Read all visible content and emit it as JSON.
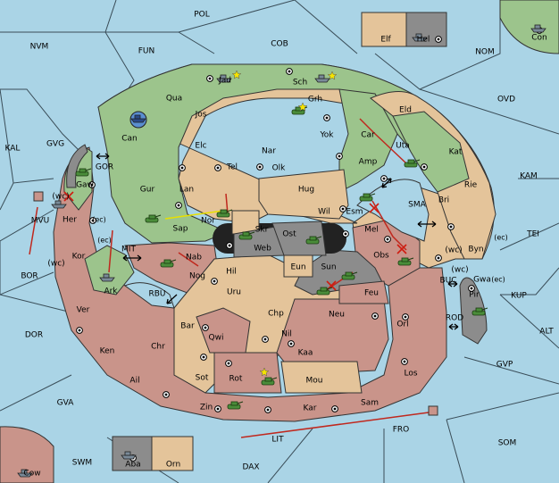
{
  "colors": {
    "sea": "#aad4e6",
    "green": "#9cc48c",
    "tan": "#e4c49a",
    "red": "#c9948a",
    "gray": "#8c8c8c",
    "dark": "#222222",
    "order_red": "#c0281e",
    "support_yellow": "#e8e000"
  },
  "seas": [
    "POL",
    "NVM",
    "FUN",
    "COB",
    "NOM",
    "KAL",
    "GVG",
    "OVD",
    "KAM",
    "TEI",
    "BOR",
    "DOR",
    "ALT",
    "GVP",
    "KUP",
    "GVA",
    "SOM",
    "SWM",
    "DAX",
    "LIT",
    "FRO",
    "SMA",
    "MIT",
    "RBU",
    "BUC",
    "ROD",
    "GOR",
    "MVU"
  ],
  "green_regions": [
    "Jad",
    "Sch",
    "Grh",
    "Jos",
    "Can",
    "Qua",
    "Elc",
    "Nar",
    "Tel",
    "Lan",
    "Gur",
    "Olk",
    "Sap",
    "Nor",
    "Yok",
    "Car",
    "Uta",
    "Kat",
    "Amp",
    "Esm",
    "Ark",
    "Gaw",
    "Eld"
  ],
  "tan_regions": [
    "Hug",
    "Wil",
    "Rie",
    "Bri",
    "Byn",
    "Gwa",
    "Elf",
    "Orn",
    "Chr",
    "Sot",
    "Qwi",
    "Bar",
    "Uru",
    "Hil",
    "Chp",
    "Nil",
    "Eun",
    "Skr"
  ],
  "red_regions": [
    "Her",
    "Kor",
    "Ver",
    "Ken",
    "Ail",
    "Nab",
    "Nog",
    "Mel",
    "Obs",
    "Feu",
    "Neu",
    "Orl",
    "Los",
    "Kaa",
    "Mou",
    "Sam",
    "Kar",
    "Zin",
    "Rot",
    "Cow",
    "Sun",
    "Aba"
  ],
  "gray_regions": [
    "Hel",
    "Con",
    "Pir",
    "Web",
    "Ost",
    "Aba"
  ],
  "coast_marks": [
    "(wc)",
    "(ec)",
    "(ec)",
    "(wc)",
    "(wc)",
    "(ec)",
    "(wc)",
    "(ec)"
  ],
  "labels": {
    "POL": "POL",
    "NVM": "NVM",
    "FUN": "FUN",
    "COB": "COB",
    "NOM": "NOM",
    "OVD": "OVD",
    "KAL": "KAL",
    "GVG": "GVG",
    "GOR": "GOR",
    "KAM": "KAM",
    "TEI": "TEI",
    "SMA": "SMA",
    "MIT": "MIT",
    "BOR": "BOR",
    "MVU": "MVU",
    "RBU": "RBU",
    "BUC": "BUC",
    "KUP": "KUP",
    "ROD": "ROD",
    "ALT": "ALT",
    "DOR": "DOR",
    "GVP": "GVP",
    "GVA": "GVA",
    "SOM": "SOM",
    "SWM": "SWM",
    "DAX": "DAX",
    "LIT": "LIT",
    "FRO": "FRO",
    "Elf": "Elf",
    "Hel": "Hel",
    "Con": "Con",
    "Jad": "Jad",
    "Sch": "Sch",
    "Qua": "Qua",
    "Grh": "Grh",
    "Jos": "Jos",
    "Can": "Can",
    "Eld": "Eld",
    "Car": "Car",
    "Yok": "Yok",
    "Elc": "Elc",
    "Nar": "Nar",
    "Uta": "Uta",
    "Kat": "Kat",
    "Tel": "Tel",
    "Olk": "Olk",
    "Amp": "Amp",
    "Gur": "Gur",
    "Lan": "Lan",
    "Hug": "Hug",
    "Rie": "Rie",
    "Gaw": "Gaw",
    "Bri": "Bri",
    "Wil": "Wil",
    "Esm": "Esm",
    "Her": "Her",
    "Sap": "Sap",
    "Nor": "Nor",
    "Skr": "Skr",
    "Ost": "Ost",
    "Mel": "Mel",
    "Web": "Web",
    "Byn": "Byn",
    "Kor": "Kor",
    "Nab": "Nab",
    "Eun": "Eun",
    "Obs": "Obs",
    "Gwa": "Gwa",
    "Hil": "Hil",
    "Sun": "Sun",
    "Ark": "Ark",
    "Nog": "Nog",
    "Pir": "Pir",
    "Uru": "Uru",
    "Feu": "Feu",
    "Ver": "Ver",
    "Chp": "Chp",
    "Neu": "Neu",
    "Orl": "Orl",
    "Bar": "Bar",
    "Qwi": "Qwi",
    "Nil": "Nil",
    "Ken": "Ken",
    "Chr": "Chr",
    "Kaa": "Kaa",
    "Los": "Los",
    "Ail": "Ail",
    "Sot": "Sot",
    "Rot": "Rot",
    "Mou": "Mou",
    "Sam": "Sam",
    "Zin": "Zin",
    "Kar": "Kar",
    "Cow": "Cow",
    "Aba": "Aba",
    "Orn": "Orn",
    "wc1": "(wc)",
    "ec1": "(ec)",
    "ec2": "(ec)",
    "wc2": "(wc)",
    "wc3": "(wc)",
    "ec3": "(ec)",
    "wc4": "(wc)",
    "ec4": "(ec)"
  }
}
